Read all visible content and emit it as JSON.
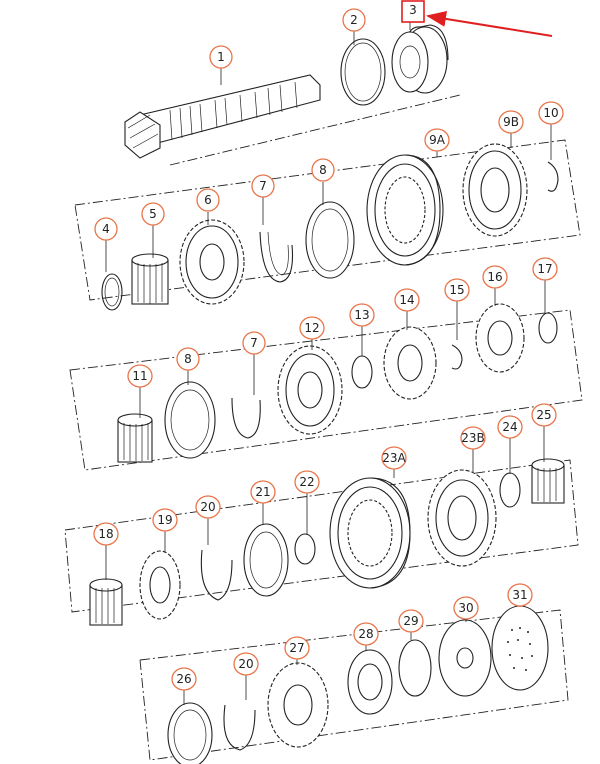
{
  "colors": {
    "callout": "#e8754a",
    "highlight": "#e02020",
    "ink": "#222222"
  },
  "highlighted_callout": "3",
  "callouts": [
    "1",
    "2",
    "3",
    "4",
    "5",
    "6",
    "7",
    "8",
    "9A",
    "9B",
    "10",
    "11",
    "8",
    "7",
    "12",
    "13",
    "14",
    "15",
    "16",
    "17",
    "18",
    "19",
    "20",
    "21",
    "22",
    "23A",
    "23B",
    "24",
    "25",
    "26",
    "20",
    "27",
    "28",
    "29",
    "30",
    "31"
  ]
}
